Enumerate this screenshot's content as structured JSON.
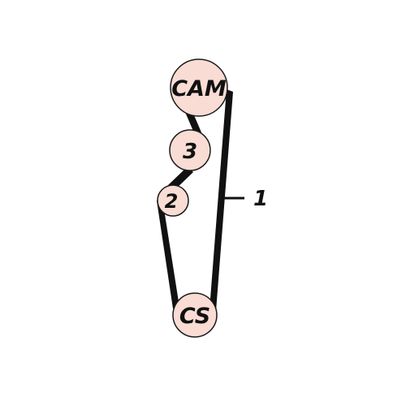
{
  "colors": {
    "background": "#ffffff",
    "pulley_fill": "#f9dcd4",
    "belt": "#111111",
    "outline": "#1a1a1a"
  },
  "pulleys": {
    "cam": {
      "label": "CAM"
    },
    "idler3": {
      "label": "3"
    },
    "idler2": {
      "label": "2"
    },
    "cs": {
      "label": "CS"
    }
  },
  "callout": {
    "label": "1"
  }
}
